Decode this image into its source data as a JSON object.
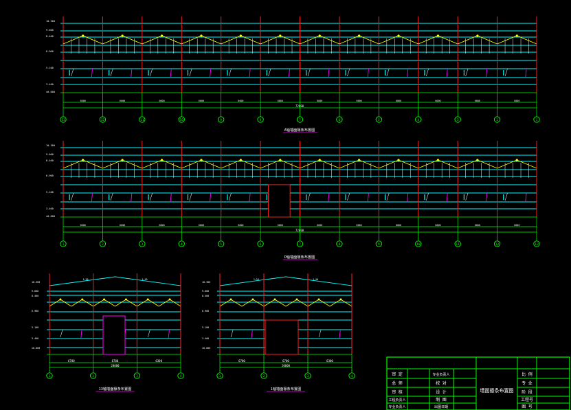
{
  "drawing": {
    "total_dim_label": "72000",
    "bay_label": "6000",
    "end_bay_labels": [
      "6700",
      "6700",
      "6300"
    ],
    "end_total_label": "20000",
    "roof_slope_label": "1:20"
  },
  "elevation_labels_left": [
    "10.300",
    "9.600",
    "8.400",
    "6.900",
    "5.100",
    "3.400",
    "±0.000"
  ],
  "end_elevation_labels_left": [
    "10.300",
    "9.600",
    "8.400",
    "6.900",
    "5.100",
    "3.400",
    "±0.000"
  ],
  "views": [
    {
      "id": "a",
      "caption": "A轴墙面檩条布置图",
      "axis_labels": [
        "13",
        "12",
        "11",
        "10",
        "9",
        "8",
        "7",
        "6",
        "5",
        "4",
        "3",
        "2",
        "1"
      ]
    },
    {
      "id": "d",
      "caption": "D轴墙面檩条布置图",
      "axis_labels": [
        "1",
        "2",
        "3",
        "4",
        "5",
        "6",
        "7",
        "8",
        "9",
        "10",
        "11",
        "12",
        "13"
      ]
    },
    {
      "id": "e13",
      "caption": "13轴墙面檩条布置图",
      "axis_labels": [
        "1",
        "2",
        "3",
        "4"
      ]
    },
    {
      "id": "e1",
      "caption": "1轴墙面檩条布置图",
      "axis_labels": [
        "1",
        "2",
        "3",
        "4"
      ]
    }
  ],
  "title_block": {
    "left_labels": [
      "审 定",
      "总 师",
      "审 核",
      "工程负责人",
      "专业负责人"
    ],
    "mid_labels": [
      "专业负责人",
      "校 对",
      "设 计",
      "制 图",
      "出图日期"
    ],
    "drawing_name": "墙面檩条布置图",
    "right_labels": [
      "比 例",
      "专 业",
      "阶 段",
      "工程号",
      "图 号"
    ]
  },
  "colors": {
    "background": "#000000",
    "grid": "#00ff00",
    "purlin": "#00ffff",
    "column": "#ff2020",
    "truss": "#ffff00",
    "brace": "#ff00ff",
    "text": "#ffffff"
  }
}
